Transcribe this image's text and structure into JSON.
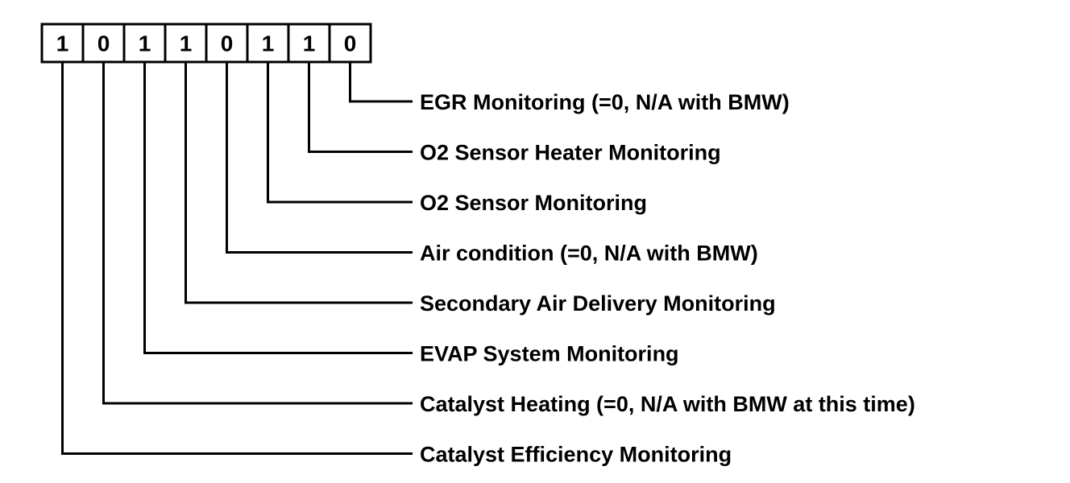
{
  "bits": [
    "1",
    "0",
    "1",
    "1",
    "0",
    "1",
    "1",
    "0"
  ],
  "labels": [
    "EGR Monitoring (=0, N/A with BMW)",
    "O2 Sensor Heater Monitoring",
    "O2 Sensor Monitoring",
    "Air condition (=0, N/A with BMW)",
    "Secondary Air Delivery Monitoring",
    "EVAP System Monitoring",
    "Catalyst Heating (=0, N/A with BMW at this time)",
    "Catalyst Efficiency Monitoring"
  ],
  "colors": {
    "ink": "#000000",
    "paper": "#ffffff"
  }
}
